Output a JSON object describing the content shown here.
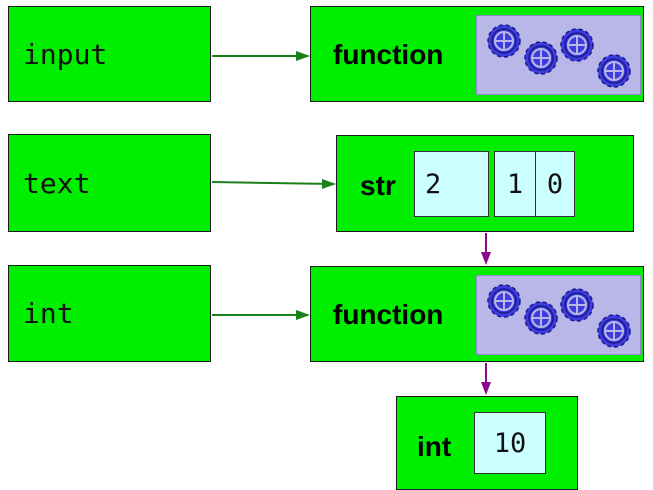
{
  "variables": {
    "input": "input",
    "text": "text",
    "int": "int"
  },
  "objects": {
    "input_function": {
      "type_label": "function",
      "icon": "gears-icon"
    },
    "str_object": {
      "type_label": "str",
      "chars": [
        "2",
        "1",
        "0"
      ]
    },
    "int_function": {
      "type_label": "function",
      "icon": "gears-icon"
    },
    "int_object": {
      "type_label": "int",
      "value": "10"
    }
  },
  "colors": {
    "box_fill": "#00ee00",
    "value_cell": "#ccffff",
    "gear_panel": "#b9b6e8",
    "gear": "#3d3ddf",
    "reference_arrow": "#1b7f1b",
    "call_arrow": "#8b0a8b"
  }
}
